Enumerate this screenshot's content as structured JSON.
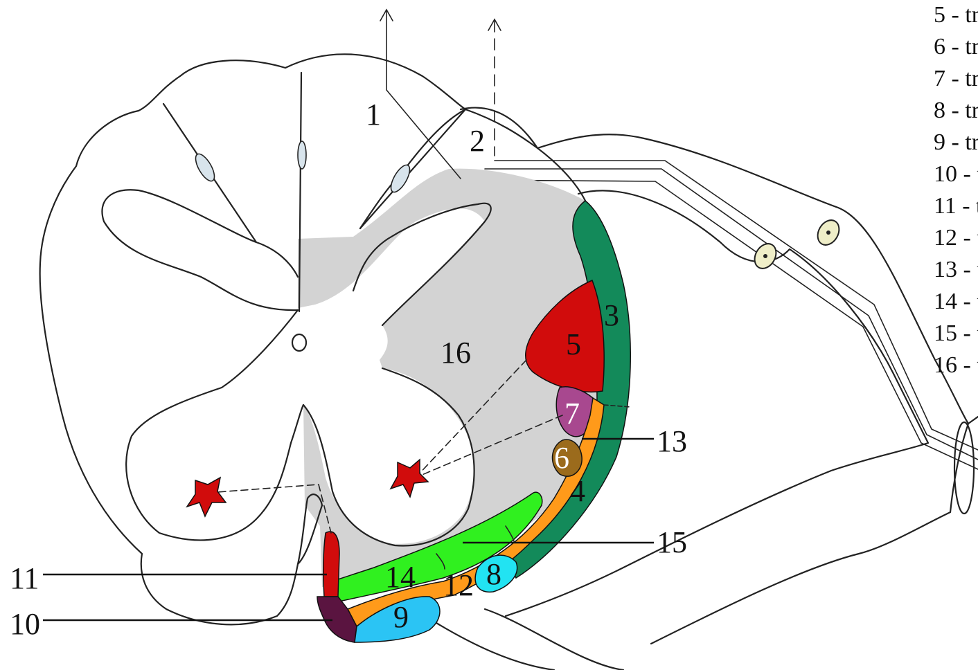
{
  "diagram": {
    "colors": {
      "gray_matter_shade": "#d3d3d3",
      "tract_3_4": "#138a5a",
      "tract_5": "#d10c0c",
      "tract_6": "#9b6b1c",
      "tract_7": "#a8488f",
      "tract_8": "#22e3f2",
      "tract_9": "#2bc4f4",
      "tract_10": "#5a1440",
      "tract_11": "#d10c0c",
      "tract_12_13": "#ff9a1a",
      "tract_14_15": "#30f01f",
      "neuron": "#d10c0c",
      "ganglion_cell": "#efeec8"
    },
    "region_labels": {
      "l1": "1",
      "l2": "2",
      "l3": "3",
      "l4": "4",
      "l5": "5",
      "l6": "6",
      "l7": "7",
      "l8": "8",
      "l9": "9",
      "l10": "10",
      "l11": "11",
      "l12": "12",
      "l13": "13",
      "l14": "14",
      "l15": "15",
      "l16": "16"
    },
    "legend": [
      "5 - tr",
      "6 - tr",
      "7 - tr",
      "8 - tr",
      "9 - tr",
      "10 - t",
      "11 - t",
      "12 - t",
      "13 - t",
      "14 - t",
      "15 - t",
      "16 - t"
    ]
  }
}
